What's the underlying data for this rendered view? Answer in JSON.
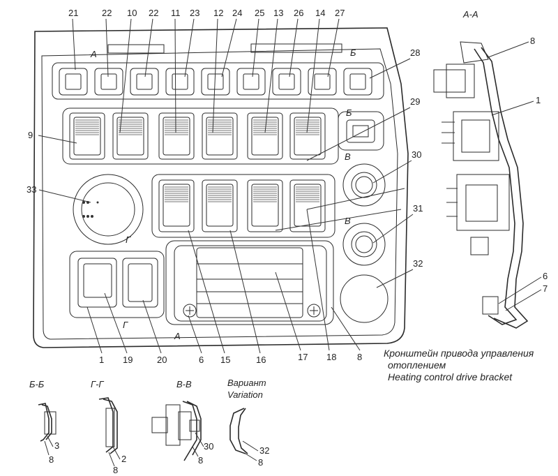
{
  "callouts": {
    "top": [
      "21",
      "22",
      "10",
      "22",
      "11",
      "23",
      "12",
      "24",
      "25",
      "13",
      "26",
      "14",
      "27"
    ],
    "left": [
      "9",
      "33"
    ],
    "right": [
      "28",
      "29",
      "30",
      "31",
      "32"
    ],
    "bottom": [
      "1",
      "19",
      "20",
      "6",
      "15",
      "16",
      "17",
      "18",
      "8"
    ]
  },
  "section_marks": {
    "a": "А",
    "b": "Б",
    "v": "В",
    "g": "Г"
  },
  "views": {
    "aa_title": "А-А",
    "aa_labels": [
      "8",
      "1",
      "6",
      "7"
    ],
    "bb_title": "Б-Б",
    "bb_labels": [
      "3",
      "8"
    ],
    "gg_title": "Г-Г",
    "gg_labels": [
      "2",
      "8"
    ],
    "vv_title": "В-В",
    "vv_labels": [
      "30",
      "8"
    ],
    "variant_title_ru": "Вариант",
    "variant_title_en": "Variation",
    "variant_labels": [
      "32",
      "8"
    ]
  },
  "caption": {
    "ru_line1": "Кронштейн привода управления",
    "ru_line2": "отоплением",
    "en": "Heating control drive bracket"
  }
}
